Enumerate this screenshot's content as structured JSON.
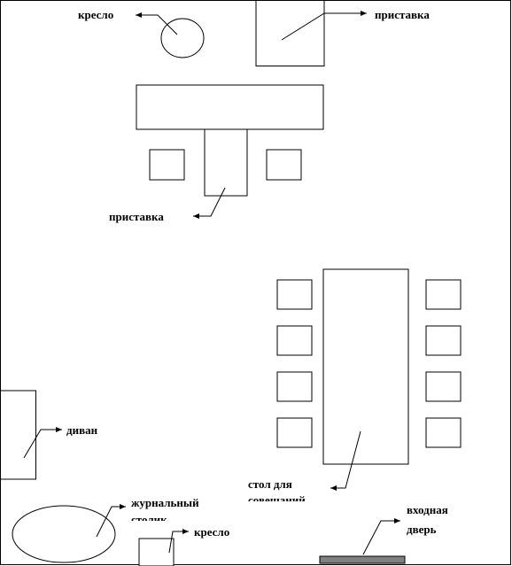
{
  "labels": {
    "armchair_top": "кресло",
    "side_table_top": "приставка",
    "side_table_desk": "приставка",
    "sofa": "диван",
    "coffee_table_line1": "журнальный",
    "coffee_table_line2": "столик",
    "armchair_bottom": "кресло",
    "meeting_table_line1": "стол для",
    "meeting_table_line2": "совещаний",
    "entrance_door_line1": "входная",
    "entrance_door_line2": "дверь"
  },
  "colors": {
    "outline": "#000000",
    "door_fill": "#808080",
    "background": "#ffffff"
  }
}
